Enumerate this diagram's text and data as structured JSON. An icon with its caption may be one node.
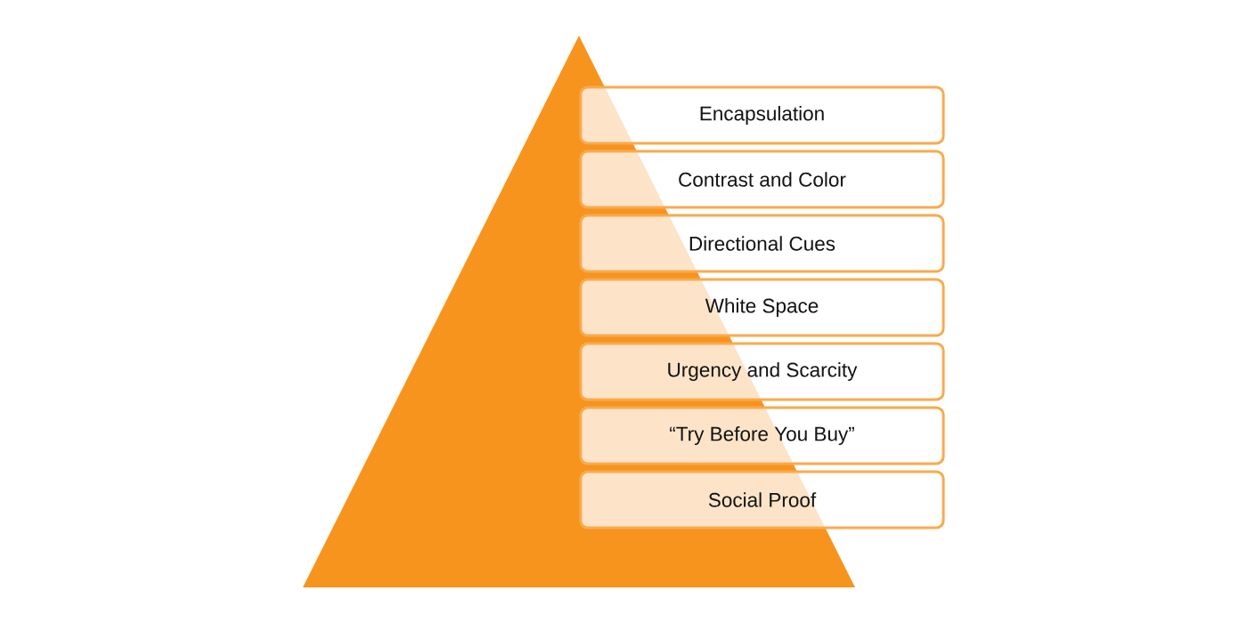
{
  "diagram": {
    "nodes": [
      {
        "text": [
          "Encapsulation"
        ]
      },
      {
        "text": [
          "Contrast and Color"
        ]
      },
      {
        "text": [
          "Directional Cues"
        ]
      },
      {
        "text": [
          "White Space"
        ]
      },
      {
        "text": [
          "Urgency and Scarcity"
        ]
      },
      {
        "text": [
          "“Try Before You Buy”"
        ]
      },
      {
        "text": [
          "Social Proof"
        ]
      }
    ]
  }
}
